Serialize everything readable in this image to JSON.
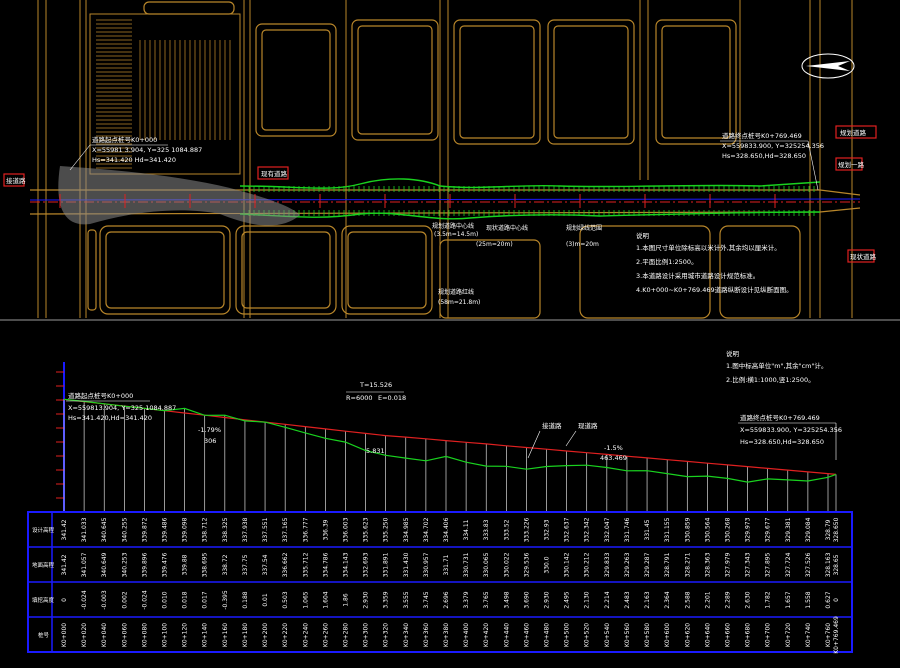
{
  "plan": {
    "start_block": {
      "title": "道路起点桩号K0+000",
      "coords": "X=55981 3.904, Y=325 1084.887",
      "elev": "Hs=341.420 Hd=341.420"
    },
    "end_block": {
      "title": "道路终点桩号K0+769.469",
      "coords": "X=559833.900, Y=325254.356",
      "elev": "Hs=328.650,Hd=328.650"
    },
    "callouts": {
      "left": "接道路",
      "mid": "现有道路",
      "right_top": "规划道路",
      "right_mid": "规划一路",
      "right_bottom": "现状道路"
    },
    "dims": [
      "(3.5m=14.5m)",
      "(25m=20m)",
      "(3)m=20m",
      "(58m=21.8m)"
    ],
    "mid_notes": [
      "规划道路中心线",
      "现状道路中心线",
      "规划绿线范围",
      "规划道路红线"
    ],
    "notes_title": "说明",
    "notes": [
      "1.本图尺寸单位除标高以米计外,其余均以厘米计。",
      "2.平面比例1:2500。",
      "3.本道路设计采用城市道路设计规范标准。",
      "4.K0+000~K0+769.469道路纵断设计见纵断面图。"
    ]
  },
  "profile": {
    "notes_title": "说明",
    "notes": [
      "1.图中标高单位\"m\",其余\"cm\"计。",
      "2.比例:横1:1000,竖1:2500。"
    ],
    "start_block": {
      "title": "道路起点桩号K0+000",
      "coords": "X=559813.904, Y=325 1084.887",
      "elev": "Hs=341.420,Hd=341.420"
    },
    "end_block": {
      "title": "道路终点桩号K0+769.469",
      "coords": "X=559833.900, Y=325254.356",
      "elev": "Hs=328.650,Hd=328.650"
    },
    "curve": {
      "t": "T=15.526",
      "r": "R=6000",
      "e": "E=0.018"
    },
    "grade_left": {
      "pct": "-1.79%",
      "len": "306"
    },
    "grade_right": {
      "pct": "-1.5%",
      "len": "463.469"
    },
    "mark_a": "5.831",
    "label_a": "接道路",
    "label_b": "现道路"
  },
  "table": {
    "row_labels": [
      "设计高程",
      "地面高程",
      "填挖高度",
      "桩号"
    ],
    "design": [
      "341.42",
      "341.033",
      "340.645",
      "340.255",
      "339.872",
      "339.486",
      "339.098",
      "338.712",
      "338.325",
      "337.938",
      "337.551",
      "337.165",
      "336.777",
      "336.39",
      "336.003",
      "335.623",
      "335.250",
      "334.985",
      "334.702",
      "334.406",
      "334.11",
      "333.83",
      "333.52",
      "333.226",
      "332.93",
      "332.637",
      "332.342",
      "332.047",
      "331.746",
      "331.45",
      "331.155",
      "330.859",
      "330.564",
      "330.268",
      "329.973",
      "329.677",
      "329.381",
      "329.084",
      "328.79",
      "328.650"
    ],
    "ground": [
      "341.42",
      "341.057",
      "340.649",
      "340.253",
      "339.896",
      "339.476",
      "339.88",
      "338.695",
      "338.72",
      "337.75",
      "337.54",
      "336.662",
      "335.712",
      "334.786",
      "334.143",
      "332.693",
      "331.891",
      "331.430",
      "330.957",
      "331.71",
      "330.731",
      "330.065",
      "330.022",
      "329.536",
      "330.0",
      "330.142",
      "330.212",
      "329.833",
      "329.263",
      "329.287",
      "328.791",
      "328.271",
      "328.363",
      "327.979",
      "327.343",
      "327.895",
      "327.724",
      "327.526",
      "328.163",
      "328.65"
    ],
    "cut": [
      "0",
      "-0.024",
      "-0.003",
      "0.002",
      "-0.024",
      "0.010",
      "0.018",
      "0.017",
      "-0.395",
      "0.188",
      "0.01",
      "0.503",
      "1.065",
      "1.604",
      "1.86",
      "2.930",
      "3.359",
      "3.555",
      "3.745",
      "2.696",
      "3.379",
      "3.765",
      "3.498",
      "3.690",
      "2.930",
      "2.495",
      "2.130",
      "2.214",
      "2.483",
      "2.163",
      "2.364",
      "2.588",
      "2.201",
      "2.289",
      "2.630",
      "1.782",
      "1.657",
      "1.558",
      "0.627",
      "0"
    ],
    "stations": [
      "K0+000",
      "K0+020",
      "K0+040",
      "K0+060",
      "K0+080",
      "K0+100",
      "K0+120",
      "K0+140",
      "K0+160",
      "K0+180",
      "K0+200",
      "K0+220",
      "K0+240",
      "K0+260",
      "K0+280",
      "K0+300",
      "K0+320",
      "K0+340",
      "K0+360",
      "K0+380",
      "K0+400",
      "K0+420",
      "K0+440",
      "K0+460",
      "K0+480",
      "K0+500",
      "K0+520",
      "K0+540",
      "K0+560",
      "K0+580",
      "K0+600",
      "K0+620",
      "K0+640",
      "K0+660",
      "K0+680",
      "K0+700",
      "K0+720",
      "K0+740",
      "K0+760",
      "K0+769.469"
    ]
  },
  "colors": {
    "background": "#000000",
    "cad_gold": "#b8862a",
    "cad_dim": "#8a6a20",
    "green": "#19d21f",
    "red": "#e02020",
    "white": "#ffffff",
    "blue": "#1a1aff",
    "grey": "#9a9a9a"
  },
  "icons": {
    "north_arrow": "north-arrow-icon"
  }
}
